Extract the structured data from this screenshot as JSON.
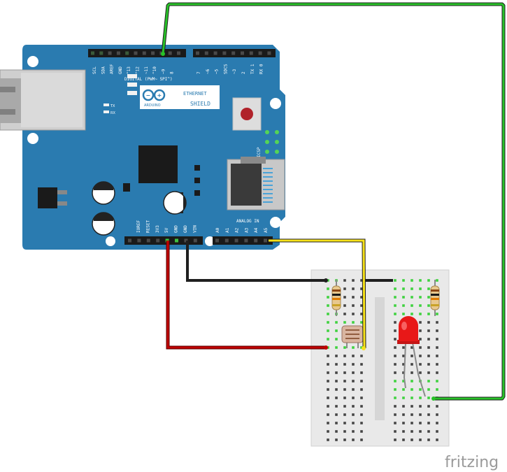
{
  "board": {
    "digital_label": "DIGITAL (PWM~ SPI^)",
    "logo_text": "ARDUINO",
    "shield_line1": "ETHERNET",
    "shield_line2": "SHIELD",
    "analog_label": "ANALOG IN",
    "icsp_label": "ICSP",
    "tx_label": "TX",
    "rx_label": "RX",
    "top_pins_left": [
      "SCL",
      "SDA",
      "AREF",
      "GND",
      "^13",
      "^12",
      "~11",
      "^10",
      "~9",
      "8"
    ],
    "top_pins_right": [
      "7",
      "~6",
      "~5",
      "SDCS",
      "~3",
      "2",
      "TX 1",
      "RX 0"
    ],
    "power_pins": [
      "IOREF",
      "RESET",
      "3V3",
      "5V",
      "GND",
      "GND",
      "VIN"
    ],
    "analog_pins": [
      "A0",
      "A1",
      "A2",
      "A3",
      "A4",
      "A5"
    ]
  },
  "colors": {
    "board": "#2a7bb0",
    "wire_green": "#1fb51f",
    "wire_yellow": "#f7e21a",
    "wire_red": "#b50000",
    "wire_black": "#222222",
    "breadboard": "#e8e8e8",
    "led": "#e81818"
  },
  "watermark": "fritzing"
}
